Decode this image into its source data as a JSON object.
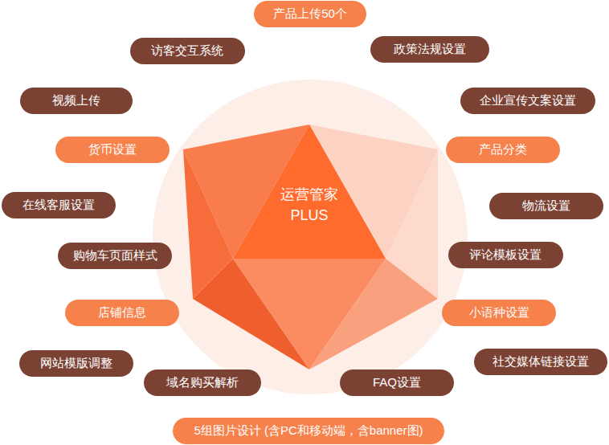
{
  "diagram": {
    "nodes": [
      {
        "text": [
          "产品上传50个"
        ]
      },
      {
        "text": [
          "访客交互系统"
        ]
      },
      {
        "text": [
          "政策法规设置"
        ]
      },
      {
        "text": [
          "视频上传"
        ]
      },
      {
        "text": [
          "企业宣传文案设置"
        ]
      },
      {
        "text": [
          "货币设置"
        ]
      },
      {
        "text": [
          "产品分类"
        ]
      },
      {
        "text": [
          "在线客服设置"
        ]
      },
      {
        "text": [
          "运营管家 PLUS"
        ]
      },
      {
        "text": [
          "物流设置"
        ]
      },
      {
        "text": [
          "购物车页面样式"
        ]
      },
      {
        "text": [
          "评论模板设置"
        ]
      },
      {
        "text": [
          "店铺信息"
        ]
      },
      {
        "text": [
          "小语种设置"
        ]
      },
      {
        "text": [
          "网站模版调整"
        ]
      },
      {
        "text": [
          "社交媒体链接设置"
        ]
      },
      {
        "text": [
          "域名购买解析"
        ]
      },
      {
        "text": [
          "FAQ设置"
        ]
      },
      {
        "text": [
          "5组图片设计 (含PC和移动端，含banner图)"
        ]
      }
    ]
  }
}
